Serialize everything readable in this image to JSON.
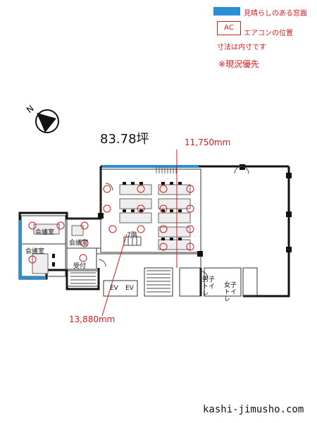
{
  "legend": {
    "view_window": "見晴らしのある窓面",
    "ac_box": "AC",
    "ac_position": "エアコンの位置",
    "dimension_note": "寸法は内寸です",
    "current_condition": "※現況優先"
  },
  "area_label": "83.78坪",
  "dimensions": {
    "width": "11,750mm",
    "depth": "13,880mm"
  },
  "rooms": {
    "meeting_room_1": "会議室",
    "meeting_room_2": "会議室",
    "meeting_room_3": "会議室",
    "reception": "受付",
    "floor": "7階",
    "mens_toilet": "男子トイレ",
    "womens_toilet": "女子トイレ",
    "ev1": "EV",
    "ev2": "EV"
  },
  "ac_label": "AC",
  "footer": "kashi-jimusho.com",
  "colors": {
    "window_blue": "#2b8fd6",
    "dimension_red": "#d41a1a",
    "wall": "#111111"
  }
}
